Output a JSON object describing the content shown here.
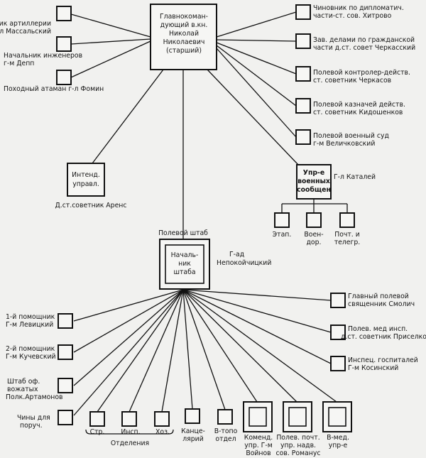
{
  "center": {
    "lines": [
      "Главнокоман-",
      "дующий в.кн.",
      "Николай",
      "Николаевич",
      "(старший)"
    ]
  },
  "left_top": [
    {
      "lines": [
        "Начальник  артиллерии",
        "г.ад, г-л  Массальский"
      ]
    },
    {
      "lines": [
        "Начальник  инженеров",
        "г-м  Депп"
      ]
    },
    {
      "lines": [
        "Походный атаман г-л Фомин"
      ]
    }
  ],
  "right_top": [
    {
      "lines": [
        "Чиновник по дипломатич.",
        "части-ст. сов. Хитрово"
      ]
    },
    {
      "lines": [
        "Зав. делами по гражданской",
        "части д.ст. совет Черкасский"
      ]
    },
    {
      "lines": [
        "Полевой контролер-действ.",
        "ст. советник Черкасов"
      ]
    },
    {
      "lines": [
        "Полевой казначей действ.",
        "ст. советник Кидошенков"
      ]
    },
    {
      "lines": [
        "Полевой военный суд",
        "г-м Величковский"
      ]
    }
  ],
  "intend": {
    "box_lines": [
      "Интенд.",
      "управл."
    ],
    "caption": "Д.ст.советник Аренс"
  },
  "voen_soob": {
    "box_lines": [
      "Упр-е",
      "военных",
      "сообщен"
    ],
    "caption": "Г-л Каталей",
    "children": [
      {
        "lines": [
          "Этап."
        ]
      },
      {
        "lines": [
          "Воен-",
          "дор."
        ]
      },
      {
        "lines": [
          "Почт. и",
          "телегр."
        ]
      }
    ]
  },
  "field_staff": {
    "title": "Полевой штаб",
    "chief_lines": [
      "Началь-",
      "ник",
      "штаба"
    ],
    "chief_name_lines": [
      "Г-ад",
      "Непокойчицкий"
    ]
  },
  "left_bottom": [
    {
      "lines": [
        "1-й помощник",
        "Г-м Левицкий"
      ]
    },
    {
      "lines": [
        "2-й помощник",
        "Г-м Кучевский"
      ]
    },
    {
      "lines": [
        "Штаб оф.",
        "вожатых",
        "Полк.Артамонов"
      ]
    },
    {
      "lines": [
        "Чины для",
        "поруч."
      ]
    }
  ],
  "right_bottom": [
    {
      "lines": [
        "Главный полевой",
        "священник Смолич"
      ]
    },
    {
      "lines": [
        "Полев. мед инсп.",
        "д.ст. советник Приселков"
      ]
    },
    {
      "lines": [
        "Инспец. госпиталей",
        "Г-м Косинский"
      ]
    }
  ],
  "departments": {
    "group_label": "Отделения",
    "items": [
      {
        "lines": [
          "Стр."
        ]
      },
      {
        "lines": [
          "Инсп."
        ]
      },
      {
        "lines": [
          "Хоз."
        ]
      }
    ]
  },
  "bottom_row": [
    {
      "lines": [
        "Канце-",
        "лярий"
      ]
    },
    {
      "lines": [
        "В-топо",
        "отдел"
      ]
    },
    {
      "lines": [
        "Коменд.",
        "упр. Г-м",
        "Войнов"
      ]
    },
    {
      "lines": [
        "Полев. почт.",
        "упр. надв.",
        "сов. Романус"
      ]
    },
    {
      "lines": [
        "В-мед.",
        "упр-е"
      ]
    }
  ]
}
